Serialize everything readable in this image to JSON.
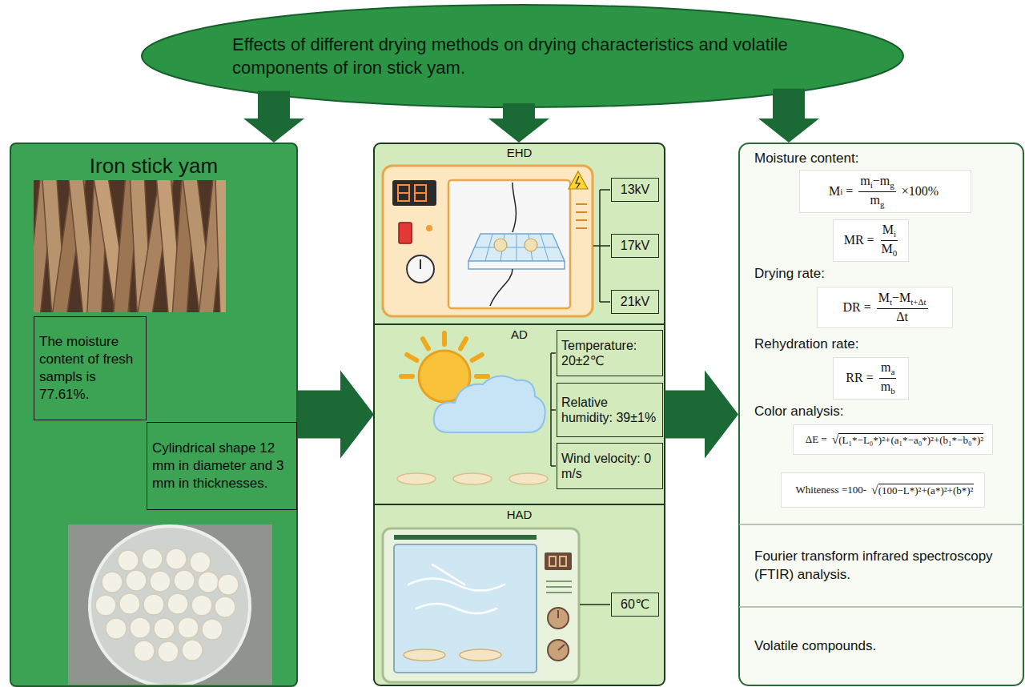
{
  "diagram": {
    "nodes": [
      {
        "text": [
          "Effects of different drying methods on drying characteristics and volatile components of iron stick yam."
        ]
      },
      {
        "text": [
          "Iron stick yam"
        ]
      },
      {
        "text": [
          "The moisture content of fresh sampls is 77.61%."
        ],
        "in": 1
      },
      {
        "text": [
          "Cylindrical shape 12 mm in diameter and 3 mm in thicknesses."
        ],
        "in": 1
      },
      {
        "text": [
          "EHD"
        ]
      },
      {
        "text": [
          "13kV"
        ],
        "in": 4
      },
      {
        "text": [
          "17kV"
        ],
        "in": 4
      },
      {
        "text": [
          "21kV"
        ],
        "in": 4
      },
      {
        "text": [
          "AD"
        ]
      },
      {
        "text": [
          "Temperature: 20±2℃"
        ],
        "in": 8
      },
      {
        "text": [
          "Relative humidity: 39±1%"
        ],
        "in": 8
      },
      {
        "text": [
          "Wind velocity: 0 m/s"
        ],
        "in": 8
      },
      {
        "text": [
          "HAD"
        ]
      },
      {
        "text": [
          "60℃"
        ],
        "in": 12
      },
      {
        "text": [
          "Moisture content:",
          "Drying rate:",
          "Rehydration rate:",
          "Color analysis:"
        ]
      },
      {
        "text": [
          "M",
          "i",
          "=",
          "m",
          "i",
          "−m",
          "g",
          "m",
          "g",
          "×100%"
        ],
        "in": 14
      },
      {
        "text": [
          "MR =",
          "M",
          "i",
          "M",
          "0"
        ],
        "in": 14
      },
      {
        "text": [
          "DR =",
          "M",
          "t",
          "−M",
          "t+Δt",
          "Δt"
        ],
        "in": 14
      },
      {
        "text": [
          "RR =",
          "m",
          "a",
          "m",
          "b"
        ],
        "in": 14
      },
      {
        "text": [
          "ΔE =",
          "√",
          "(L₁*−L₀*)²+(a₁*−a₀*)²+(b₁*−b₀*)²"
        ],
        "in": 14
      },
      {
        "text": [
          "Whiteness =100-",
          "√",
          "(100−L*)²+(a*)²+(b*)²"
        ],
        "in": 14
      },
      {
        "text": [
          "Fourier transform infrared spectroscopy (FTIR) analysis."
        ]
      },
      {
        "text": [
          "Volatile compounds."
        ]
      }
    ],
    "edges": [
      {
        "from": 0,
        "to": 1,
        "arrow": "to"
      },
      {
        "from": 0,
        "to": 4,
        "arrow": "to"
      },
      {
        "from": 0,
        "to": 14,
        "arrow": "to"
      },
      {
        "from": 1,
        "to": 8,
        "arrow": "to"
      },
      {
        "from": 8,
        "to": 14,
        "arrow": "to"
      }
    ]
  }
}
